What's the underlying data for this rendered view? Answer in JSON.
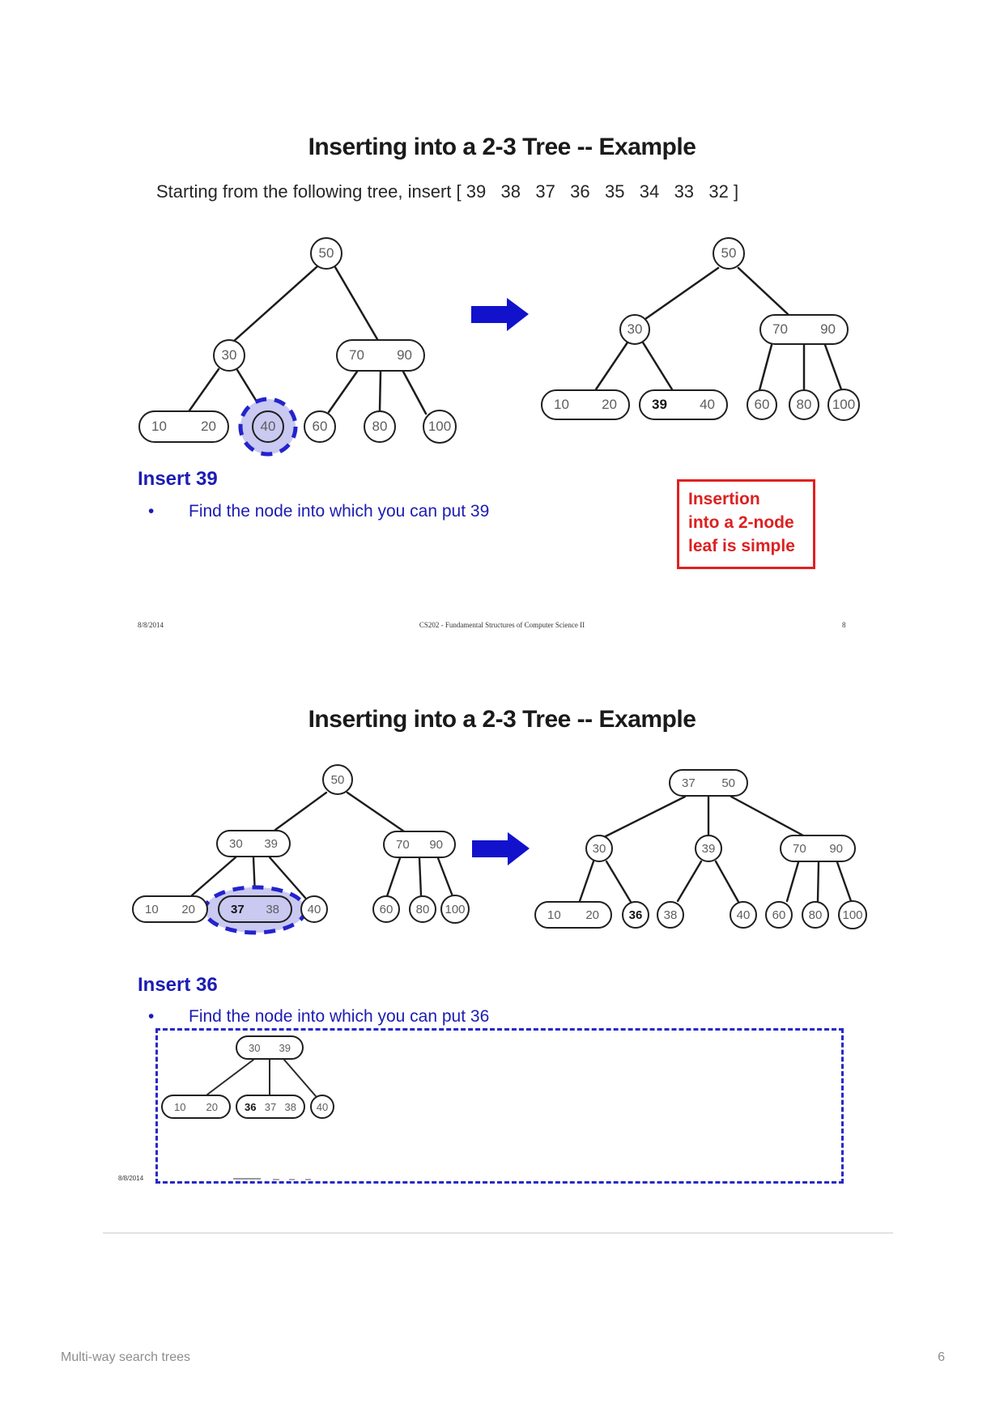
{
  "page": {
    "footer_left": "Multi-way search trees",
    "footer_page": "6"
  },
  "slide1": {
    "title": "Inserting into a 2-3 Tree -- Example",
    "subtitle": "Starting from the following tree, insert [ 39   38   37   36   35   34   33   32 ]",
    "insert_heading": "Insert 39",
    "bullet_glyph": "•",
    "bullet_text": "Find the node into which you can put 39",
    "callout_line1": "Insertion",
    "callout_line2": "into a 2-node",
    "callout_line3": "leaf is simple",
    "footer_date": "8/8/2014",
    "footer_center": "CS202 - Fundamental Structures of Computer Science II",
    "footer_page": "8",
    "tree_before": {
      "n50": "50",
      "n30": "30",
      "n70": "70",
      "n90": "90",
      "n10": "10",
      "n20": "20",
      "n40": "40",
      "n60": "60",
      "n80": "80",
      "n100": "100"
    },
    "tree_after": {
      "n50": "50",
      "n30": "30",
      "n70": "70",
      "n90": "90",
      "n10": "10",
      "n20": "20",
      "n39": "39",
      "n40": "40",
      "n60": "60",
      "n80": "80",
      "n100": "100"
    }
  },
  "slide2": {
    "title": "Inserting into a 2-3 Tree -- Example",
    "insert_heading": "Insert 36",
    "bullet_glyph": "•",
    "bullet_text": "Find the node into which you can put 36",
    "footer_date": "8/8/2014",
    "tree_before": {
      "n50": "50",
      "n30": "30",
      "n39": "39",
      "n70": "70",
      "n90": "90",
      "n10": "10",
      "n20": "20",
      "n37": "37",
      "n38": "38",
      "n40": "40",
      "n60": "60",
      "n80": "80",
      "n100": "100"
    },
    "tree_after": {
      "n37": "37",
      "n50": "50",
      "n30": "30",
      "n39": "39",
      "n70": "70",
      "n90": "90",
      "n10": "10",
      "n20": "20",
      "n36": "36",
      "n38": "38",
      "n40": "40",
      "n60": "60",
      "n80": "80",
      "n100": "100"
    },
    "tree_detail": {
      "n30": "30",
      "n39": "39",
      "n10": "10",
      "n20": "20",
      "n36": "36",
      "n37": "37",
      "n38": "38",
      "n40": "40"
    }
  },
  "colors": {
    "accent_blue": "#1c1cb4",
    "arrow_blue": "#1212cc",
    "highlight_fill": "#c9c9f1",
    "highlight_stroke": "#2323cd",
    "callout_red": "#dd2020"
  }
}
